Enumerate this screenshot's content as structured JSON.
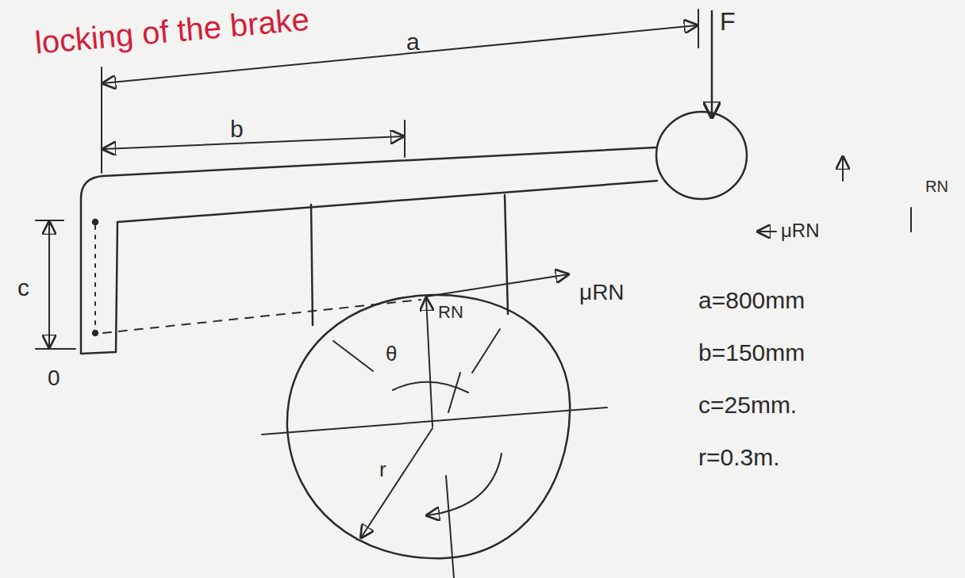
{
  "diagram": {
    "labels": [
      "locking of the brake",
      "a",
      "F",
      "b",
      "c",
      "0",
      "θ",
      "RN",
      "μRN",
      "r",
      "μRN",
      "RN",
      "a=800mm",
      "b=150mm",
      "c=25mm.",
      "r=0.3m."
    ]
  }
}
